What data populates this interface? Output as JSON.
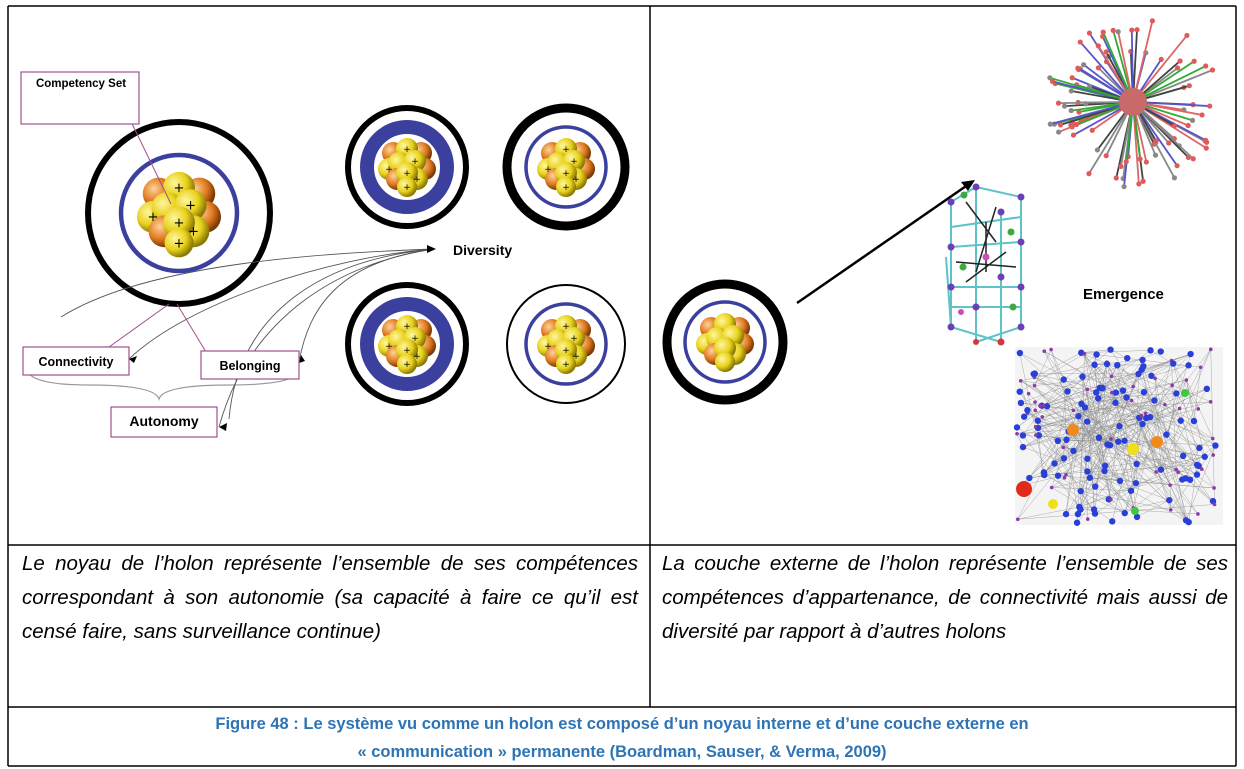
{
  "left_figure": {
    "labels": {
      "competency_set": "Competency Set",
      "diversity": "Diversity",
      "connectivity": "Connectivity",
      "belonging": "Belonging",
      "autonomy": "Autonomy"
    }
  },
  "right_figure": {
    "labels": {
      "emergence": "Emergence"
    }
  },
  "descriptions": {
    "left": "Le noyau de l’holon représente l’ensemble de ses compétences correspondant à son autonomie (sa capacité à faire ce qu’il est censé faire, sans surveillance continue)",
    "right": "La couche externe de l’holon représente l’ensemble de ses compétences d’appartenance, de connectivité mais aussi de diversité par rapport à d’autres holons"
  },
  "caption": {
    "line1": "Figure 48 : Le système vu comme un holon est composé d’un noyau interne et d’une couche externe en",
    "line2": "« communication » permanente  (Boardman, Sauser, & Verma, 2009)"
  },
  "colors": {
    "ring_blue": "#3b3f9e",
    "caption_blue": "#2e74b5",
    "box_border": "#a0508f",
    "nucleus_orange": "#e07a1f",
    "nucleus_yellow": "#e8d21c"
  }
}
